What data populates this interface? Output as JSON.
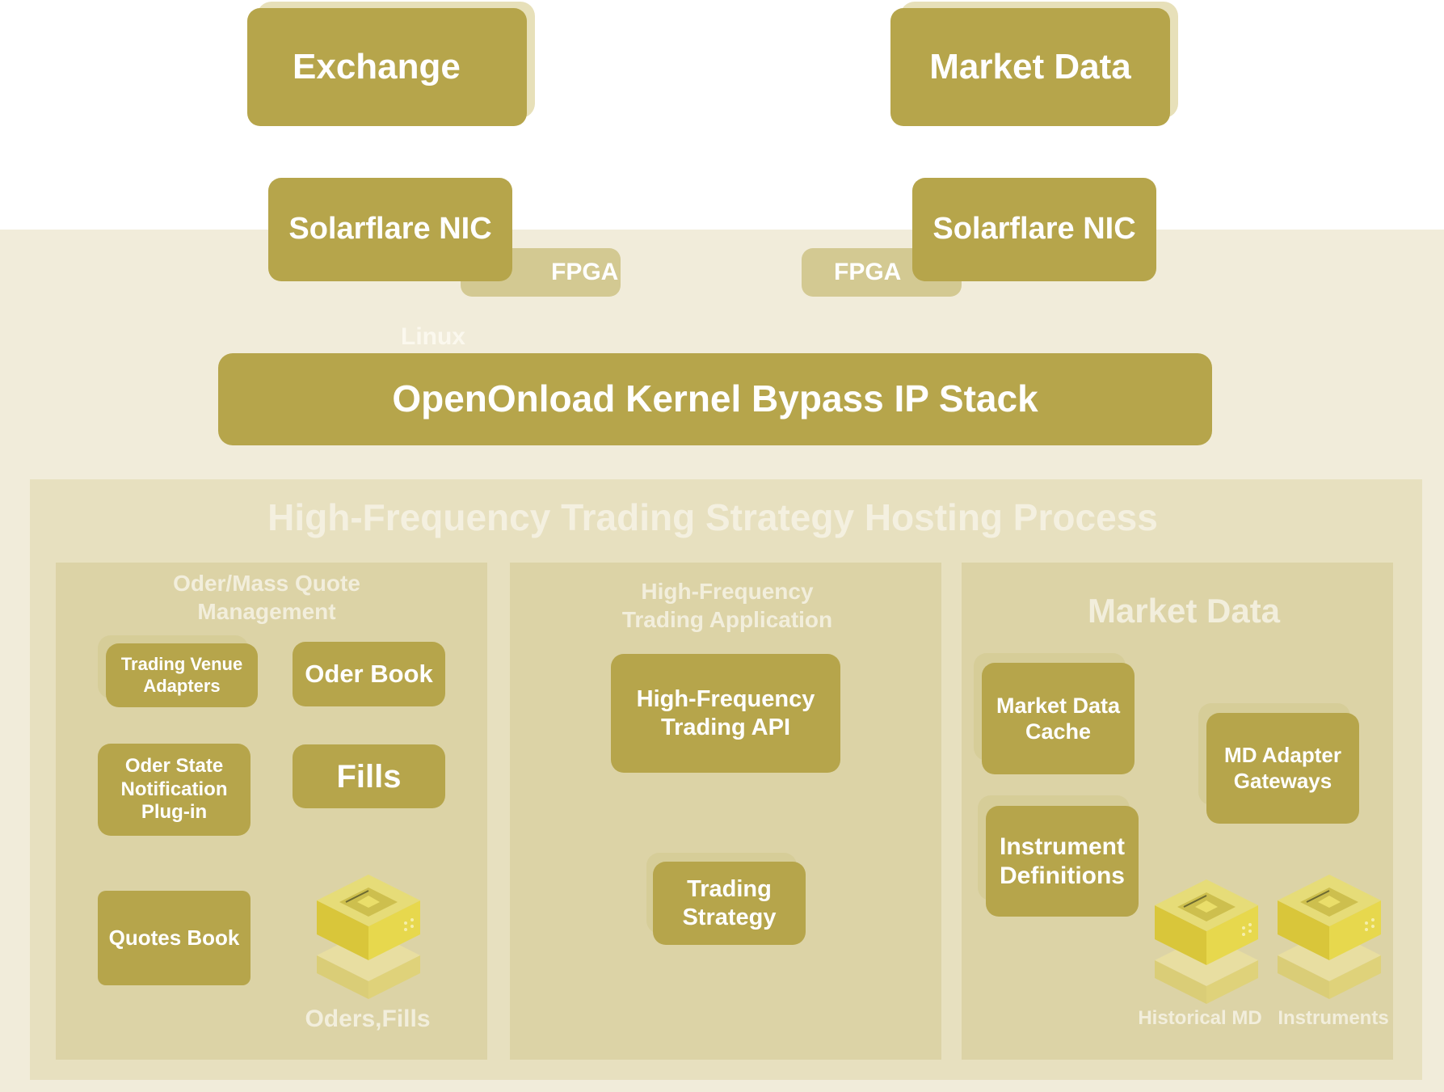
{
  "top": {
    "left_source": "Exchange",
    "right_source": "Market Data",
    "left_nic": "Solarflare NIC",
    "right_nic": "Solarflare NIC",
    "left_fpga": "FPGA",
    "right_fpga": "FPGA"
  },
  "linux": {
    "label": "Linux",
    "stack": "OpenOnload Kernel Bypass IP Stack"
  },
  "process": {
    "title": "High-Frequency Trading Strategy Hosting Process",
    "order_panel": {
      "title": "Oder/Mass Quote Management",
      "trading_venue_adapters": "Trading Venue Adapters",
      "order_book": "Oder Book",
      "order_state_plugin": "Oder State Notification Plug-in",
      "fills": "Fills",
      "quotes_book": "Quotes Book",
      "db_label": "Oders,Fills",
      "db_icon": "database-icon"
    },
    "app_panel": {
      "title": "High-Frequency Trading Application",
      "api": "High-Frequency Trading API",
      "strategy": "Trading Strategy"
    },
    "md_panel": {
      "title": "Market Data",
      "cache": "Market Data Cache",
      "adapters": "MD Adapter Gateways",
      "instrument_defs": "Instrument Definitions",
      "db_historical": "Historical MD",
      "db_instruments": "Instruments",
      "db_icon": "database-icon"
    }
  },
  "colors": {
    "box": "#b6a54b",
    "linux_bg": "#f1ecda",
    "process_bg": "#e7e0bf",
    "panel_bg": "#dcd3a6",
    "db_top": "#e3d766",
    "db_side": "#d2c031"
  }
}
